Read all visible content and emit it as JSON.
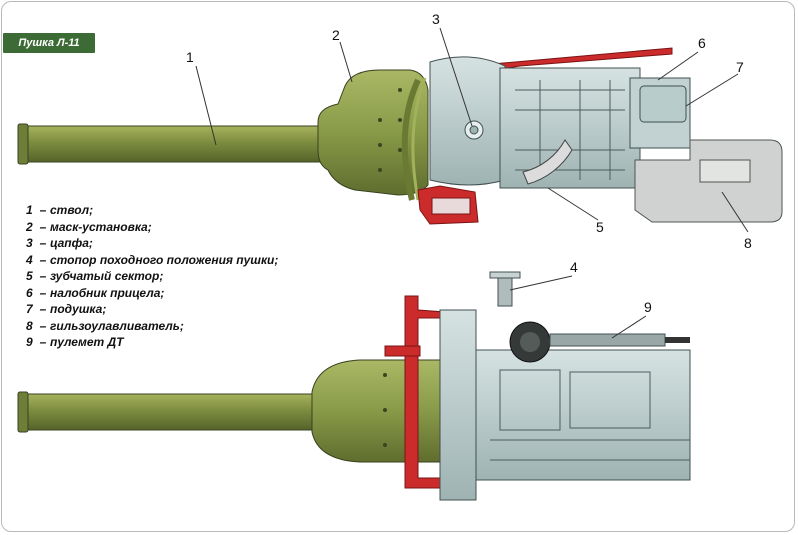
{
  "title": "Пушка Л-11",
  "legend": [
    {
      "num": "1",
      "text": "ствол;"
    },
    {
      "num": "2",
      "text": "маск-установка;"
    },
    {
      "num": "3",
      "text": "цапфа;"
    },
    {
      "num": "4",
      "text": "стопор походного положения пушки;"
    },
    {
      "num": "5",
      "text": "зубчатый сектор;"
    },
    {
      "num": "6",
      "text": "налобник прицела;"
    },
    {
      "num": "7",
      "text": "подушка;"
    },
    {
      "num": "8",
      "text": "гильзоулавливатель;"
    },
    {
      "num": "9",
      "text": "пулемет ДТ"
    }
  ],
  "callouts_side": [
    "1",
    "2",
    "3",
    "5",
    "6",
    "7",
    "8"
  ],
  "callouts_top": [
    "4",
    "9"
  ],
  "dash": "–",
  "colors": {
    "badge": "#3c6b35",
    "barrel": "#7d8d3f",
    "mantlet": "#889a48",
    "breech": "#b8cccc",
    "mount_red": "#cc2b2b",
    "gray": "#cfd2d0"
  }
}
